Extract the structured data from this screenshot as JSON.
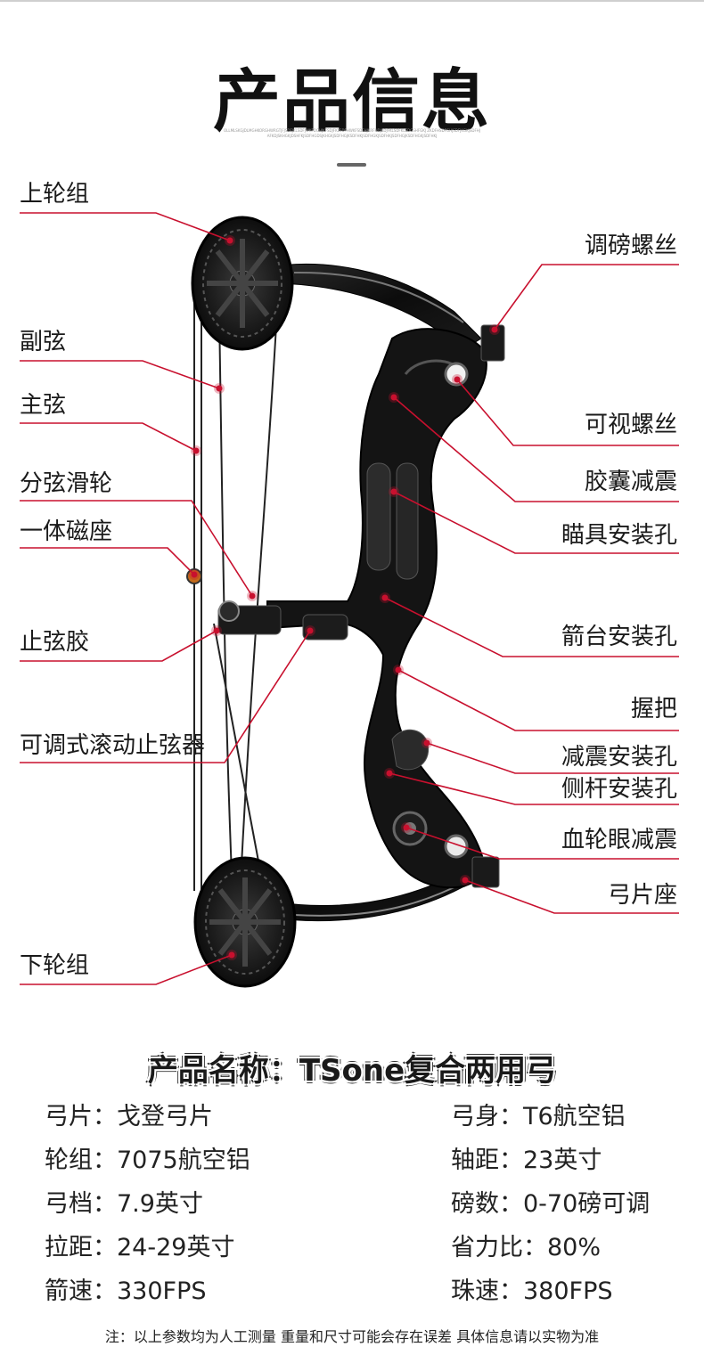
{
  "header": {
    "title": "产品信息",
    "subtitle": "OLLMLSKGJDLMGHKORGHWRGTJFJSDFJKLSDFJWKFDGHJKFSDJFKLSDFHWKFSDFHJKRFHDJKDJFKLSDFKLSDGSHFGKJ ZKDFHSDFGHJSDFJKGKJSDFHJAFKDJSKHGKJDSHFKJSDFHGDSJKHGKJSDFHGJKSDFHKJSDFHGKJSDFHKJSDFHGJKSDFHGKJSDFHKJ"
  },
  "colors": {
    "accent": "#c8102e",
    "bow_body": "#111111",
    "leader": "#c8102e"
  },
  "labels_left": [
    "上轮组",
    "副弦",
    "主弦",
    "分弦滑轮",
    "一体磁座",
    "止弦胶",
    "可调式滚动止弦器",
    "下轮组"
  ],
  "labels_right": [
    "调磅螺丝",
    "可视螺丝",
    "胶囊减震",
    "瞄具安装孔",
    "箭台安装孔",
    "握把",
    "减震安装孔",
    "侧杆安装孔",
    "血轮眼减震",
    "弓片座"
  ],
  "product": {
    "name": "产品名称：TSone复合两用弓"
  },
  "specs_left": [
    {
      "key": "弓片：",
      "value": "戈登弓片"
    },
    {
      "key": "轮组：",
      "value": "7075航空铝"
    },
    {
      "key": "弓档：",
      "value": "7.9英寸"
    },
    {
      "key": "拉距：",
      "value": "24-29英寸"
    },
    {
      "key": "箭速：",
      "value": "330FPS"
    }
  ],
  "specs_right": [
    {
      "key": "弓身：",
      "value": "T6航空铝"
    },
    {
      "key": "轴距：",
      "value": "23英寸"
    },
    {
      "key": "磅数：",
      "value": "0-70磅可调"
    },
    {
      "key": "省力比：",
      "value": "80%"
    },
    {
      "key": "珠速：",
      "value": "380FPS"
    }
  ],
  "note": "注：以上参数均为人工测量 重量和尺寸可能会存在误差 具体信息请以实物为准"
}
